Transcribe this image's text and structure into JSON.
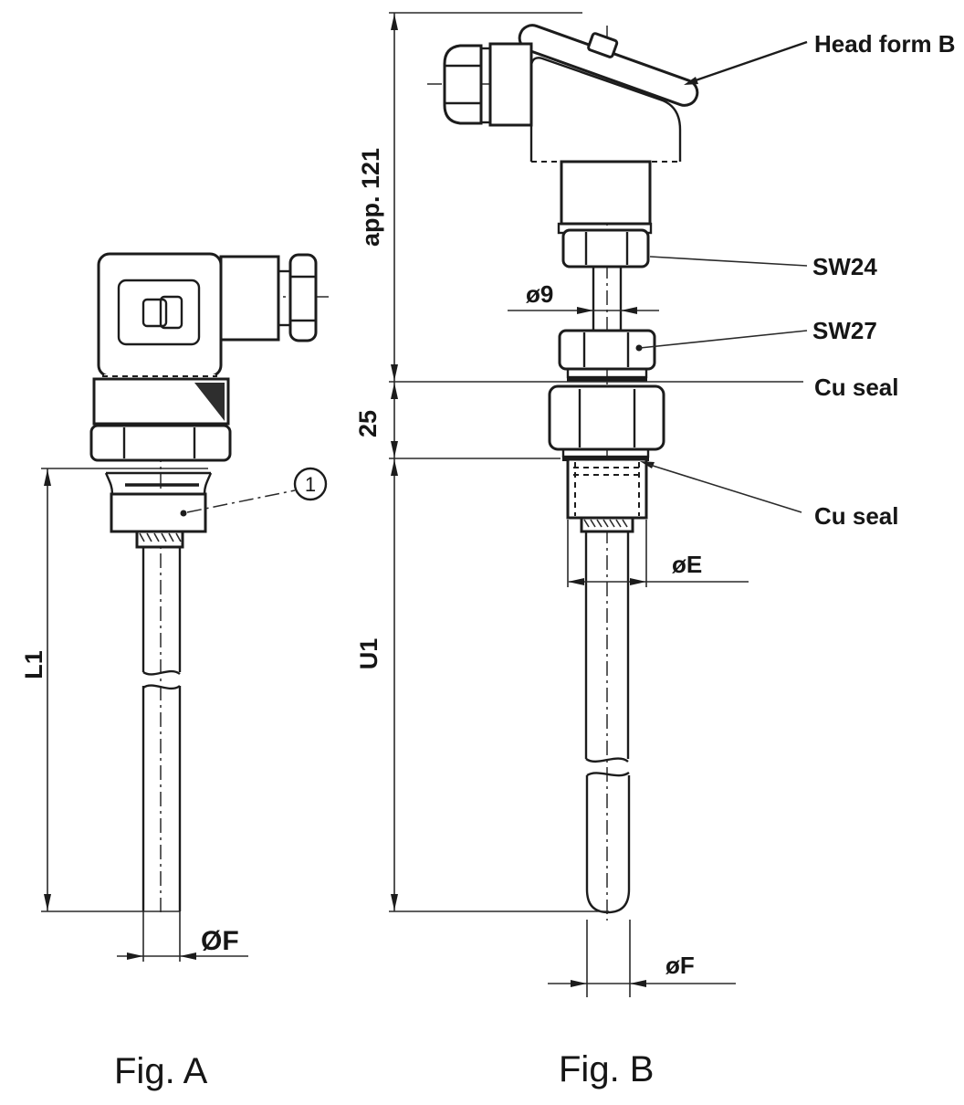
{
  "drawing": {
    "fig_a": {
      "caption": "Fig. A",
      "balloon_1": "1",
      "dim_length": "L1",
      "dim_tip_diameter": "ØF"
    },
    "fig_b": {
      "caption": "Fig. B",
      "label_head": "Head form B",
      "label_hex_sw24": "SW24",
      "label_hex_sw27": "SW27",
      "label_cu_seal_upper": "Cu seal",
      "label_cu_seal_lower": "Cu seal",
      "dim_head_length": "app. 121",
      "dim_hex_height": "25",
      "dim_insertion_length": "U1",
      "dim_neck_tube_diameter": "ø9",
      "dim_sheath_diameter": "øE",
      "dim_tip_diameter": "øF"
    }
  }
}
